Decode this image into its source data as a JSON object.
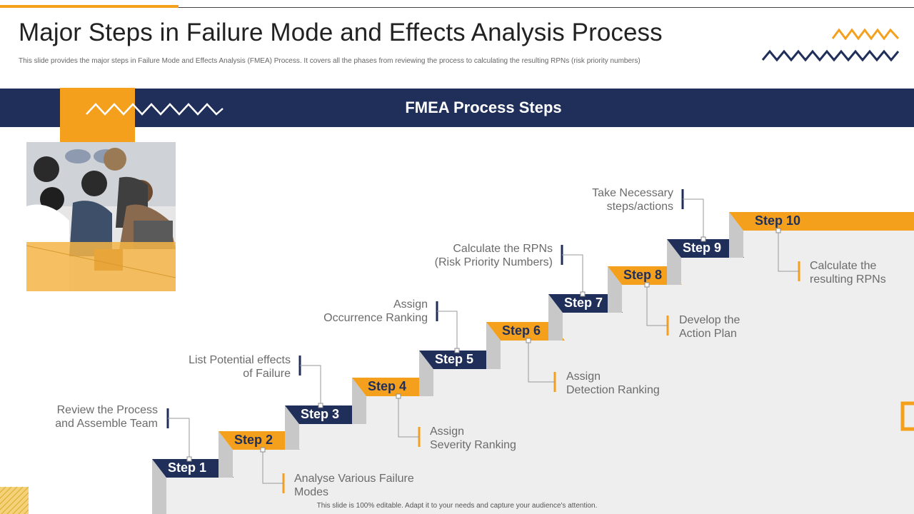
{
  "header": {
    "title": "Major Steps in Failure Mode and Effects Analysis Process",
    "subtitle": "This slide provides the major steps in Failure Mode and Effects Analysis (FMEA) Process. It covers all the phases from reviewing the process to calculating the resulting RPNs  (risk priority numbers)"
  },
  "banner": {
    "title": "FMEA Process Steps"
  },
  "colors": {
    "navy": "#1f2f5a",
    "orange": "#f5a01c",
    "riser": "#c8c8c8",
    "wall": "#eeeeee"
  },
  "steps": [
    {
      "label": "Step 1",
      "desc": "Review the Process\nand Assemble Team"
    },
    {
      "label": "Step 2",
      "desc": "Analyse Various Failure\nModes"
    },
    {
      "label": "Step 3",
      "desc": "List Potential effects\nof Failure"
    },
    {
      "label": "Step 4",
      "desc": "Assign\nSeverity Ranking"
    },
    {
      "label": "Step 5",
      "desc": "Assign\nOccurrence Ranking"
    },
    {
      "label": "Step 6",
      "desc": "Assign\nDetection Ranking"
    },
    {
      "label": "Step 7",
      "desc": "Calculate the RPNs\n(Risk Priority Numbers)"
    },
    {
      "label": "Step 8",
      "desc": "Develop the\nAction Plan"
    },
    {
      "label": "Step 9",
      "desc": "Take Necessary\nsteps/actions"
    },
    {
      "label": "Step 10",
      "desc": "Calculate the\nresulting RPNs"
    }
  ],
  "footer": {
    "note": "This slide is 100% editable. Adapt it to your needs and capture your audience's attention."
  }
}
